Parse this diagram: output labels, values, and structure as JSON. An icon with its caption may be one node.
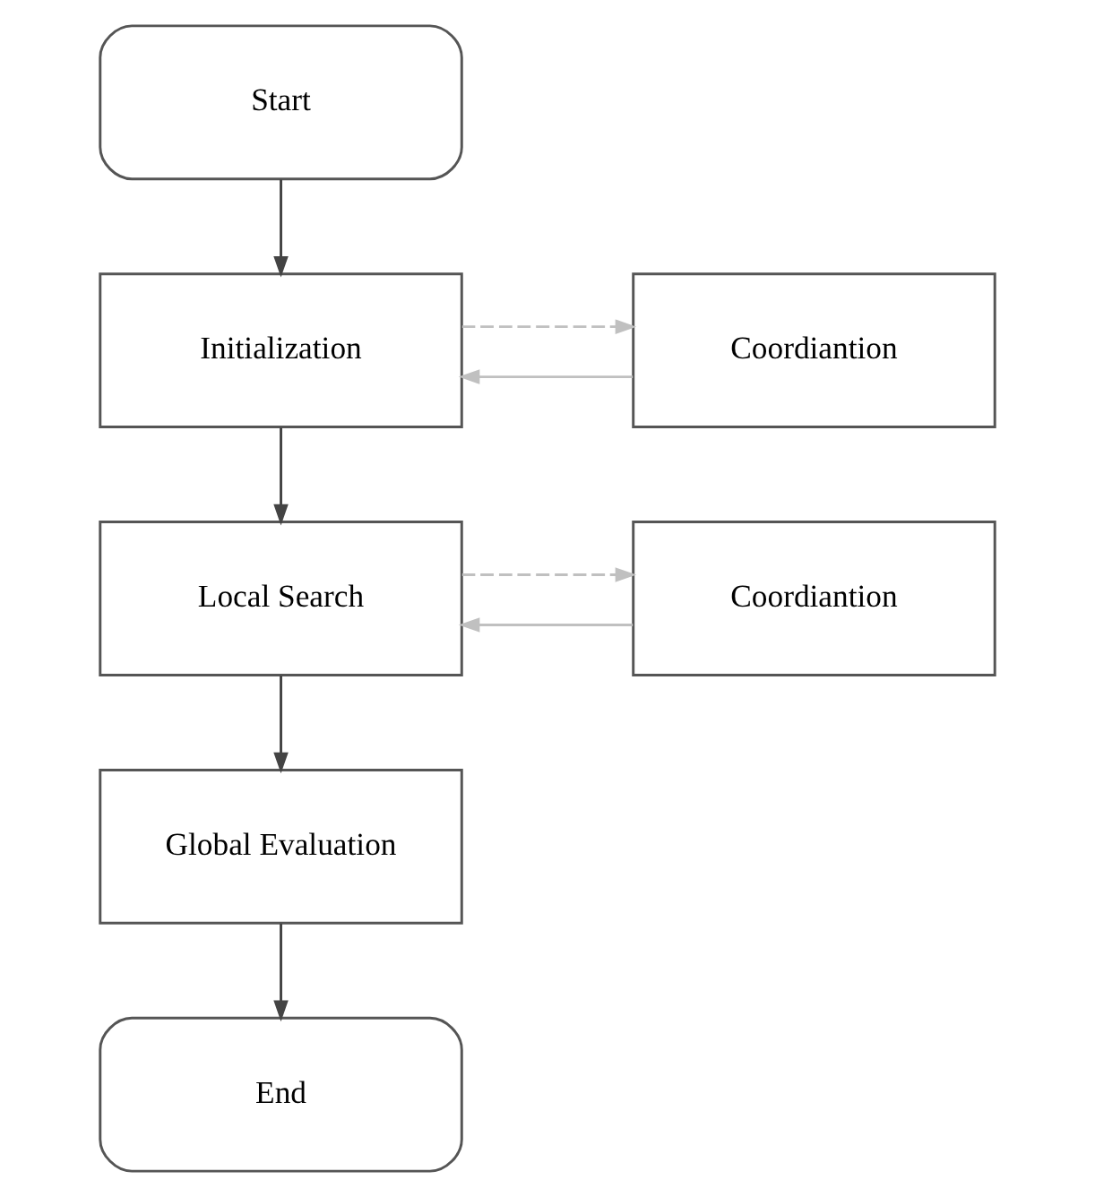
{
  "diagram": {
    "nodes": [
      {
        "text": [
          "Start"
        ]
      },
      {
        "text": [
          "Initialization"
        ]
      },
      {
        "text": [
          "Coordiantion"
        ]
      },
      {
        "text": [
          "Local Search"
        ]
      },
      {
        "text": [
          "Coordiantion"
        ]
      },
      {
        "text": [
          "Global Evaluation"
        ]
      },
      {
        "text": [
          "End"
        ]
      }
    ],
    "edges": [
      {
        "from": 0,
        "to": 1,
        "arrow": "to"
      },
      {
        "from": 1,
        "to": 2,
        "arrow": "to",
        "style": "dashed",
        "color": "#c0c0c0"
      },
      {
        "from": 2,
        "to": 1,
        "arrow": "to",
        "color": "#c0c0c0"
      },
      {
        "from": 1,
        "to": 3,
        "arrow": "to"
      },
      {
        "from": 3,
        "to": 4,
        "arrow": "to",
        "style": "dashed",
        "color": "#c0c0c0"
      },
      {
        "from": 4,
        "to": 3,
        "arrow": "to",
        "color": "#c0c0c0"
      },
      {
        "from": 3,
        "to": 5,
        "arrow": "to"
      },
      {
        "from": 5,
        "to": 6,
        "arrow": "to"
      }
    ]
  }
}
